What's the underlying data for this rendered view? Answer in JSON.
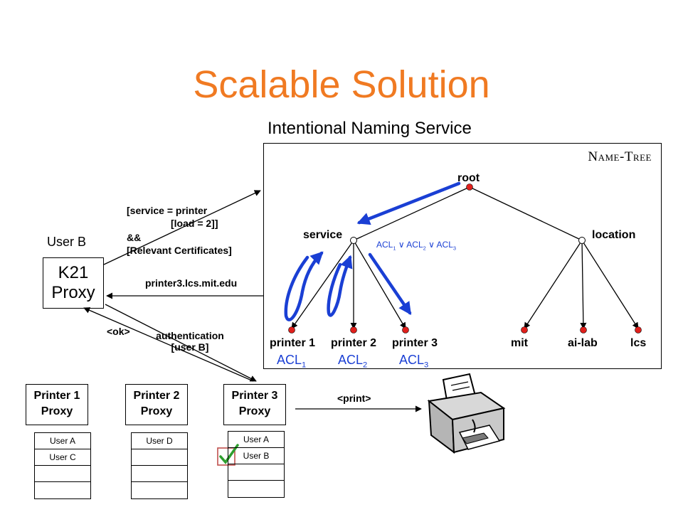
{
  "slide": {
    "title": "Scalable Solution",
    "ins_title": "Intentional Naming Service",
    "name_tree_label": "Name-Tree"
  },
  "tree": {
    "root": "root",
    "service": "service",
    "location": "location",
    "printer1": "printer 1",
    "printer2": "printer 2",
    "printer3": "printer 3",
    "mit": "mit",
    "ai_lab": "ai-lab",
    "lcs": "lcs",
    "acl_union": "ACL1 ∨ ACL2 ∨ ACL3",
    "acl1": "ACL1",
    "acl2": "ACL2",
    "acl3": "ACL3"
  },
  "query": {
    "line1": "[service = printer",
    "line2": "[load = 2]]",
    "line3": "&&",
    "line4": "[Relevant Certificates]"
  },
  "response": "printer3.lcs.mit.edu",
  "user_b": "User B",
  "k21": {
    "line1": "K21",
    "line2": "Proxy"
  },
  "ok_label": "<ok>",
  "auth": {
    "line1": "authentication",
    "line2": "[user B]"
  },
  "print_label": "<print>",
  "printers": [
    {
      "line1": "Printer 1",
      "line2": "Proxy",
      "users": [
        "User A",
        "User C",
        "",
        ""
      ]
    },
    {
      "line1": "Printer 2",
      "line2": "Proxy",
      "users": [
        "User D",
        "",
        "",
        ""
      ]
    },
    {
      "line1": "Printer 3",
      "line2": "Proxy",
      "users": [
        "User A",
        "User B",
        "",
        ""
      ]
    }
  ],
  "colors": {
    "title": "#f07a22",
    "acl": "#1a3fd4",
    "arrow_blue": "#1a3fd4",
    "check": "#2e9e2e"
  },
  "icons": [
    "checkmark-icon",
    "printer-icon"
  ]
}
